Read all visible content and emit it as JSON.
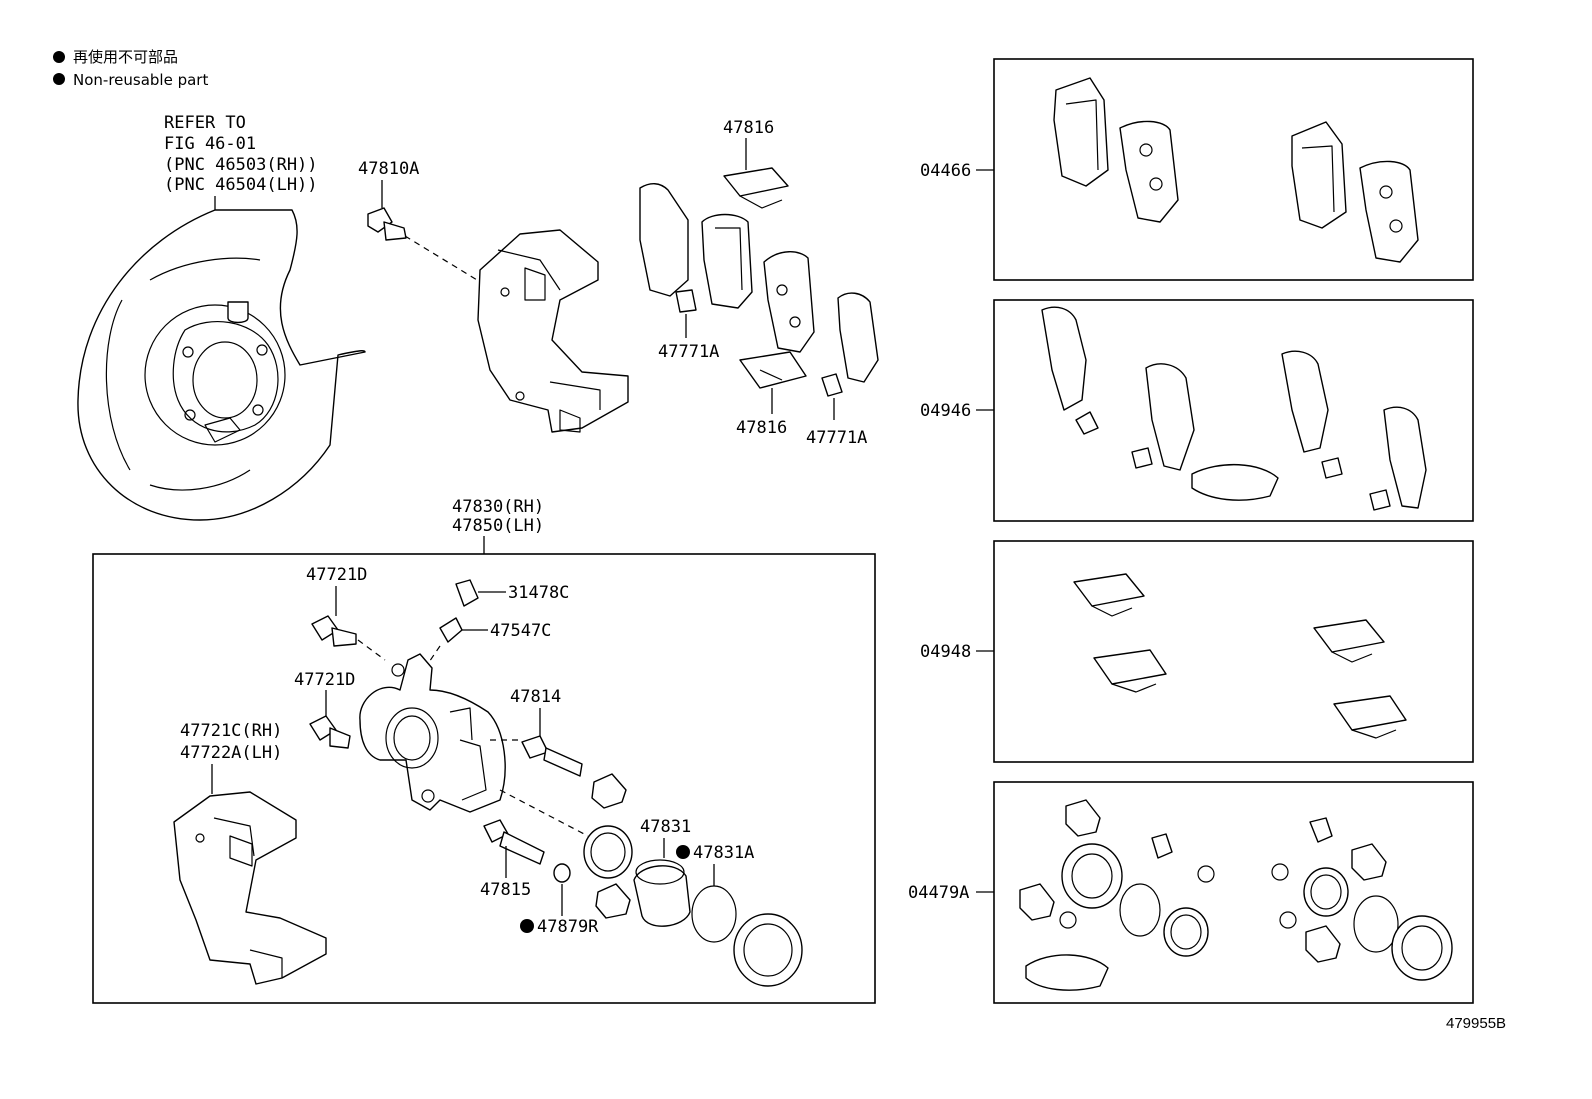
{
  "legend": {
    "jp": "再使用不可部品",
    "en": "Non-reusable part"
  },
  "refer": {
    "line1": "REFER TO",
    "line2": "FIG 46-01",
    "line3": "(PNC 46503(RH))",
    "line4": "(PNC 46504(LH))"
  },
  "labels": {
    "p47810A": "47810A",
    "p47816_top": "47816",
    "p47771A_left": "47771A",
    "p47816_bottom": "47816",
    "p47771A_right": "47771A",
    "p47830": "47830(RH)",
    "p47850": "47850(LH)",
    "p47721D_a": "47721D",
    "p31478C": "31478C",
    "p47547C": "47547C",
    "p47721D_b": "47721D",
    "p47814": "47814",
    "p47721C": "47721C(RH)",
    "p47722A": "47722A(LH)",
    "p47831": "47831",
    "p47831A": "47831A",
    "p47815": "47815",
    "p47879R": "47879R",
    "k04466": "04466",
    "k04946": "04946",
    "k04948": "04948",
    "k04479A": "04479A"
  },
  "illustration_code": "479955B"
}
